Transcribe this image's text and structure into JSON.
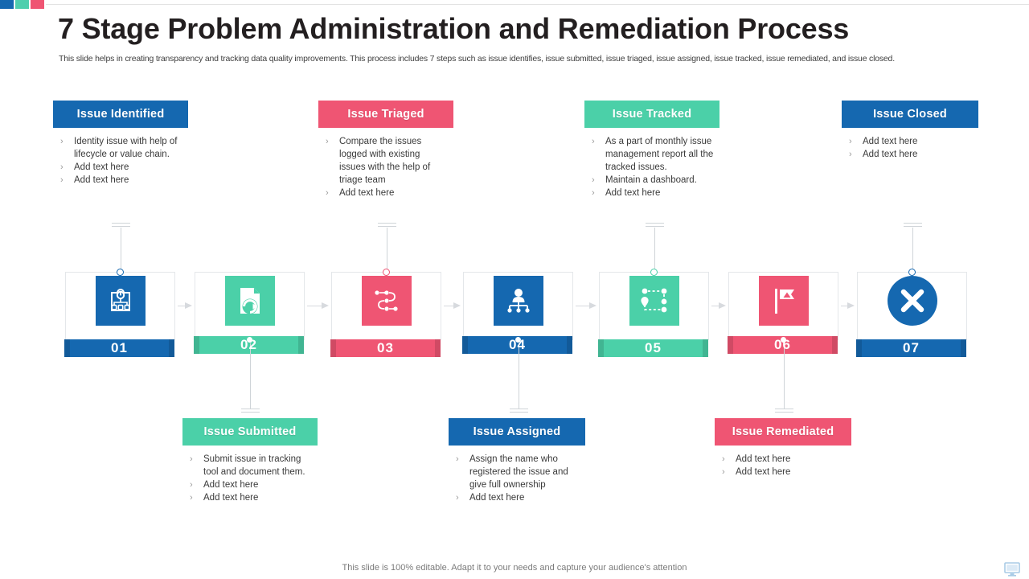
{
  "deco": {
    "squares": [
      "#1568b0",
      "#4ecfae",
      "#ef5573"
    ]
  },
  "header": {
    "title": "7 Stage Problem Administration and Remediation Process",
    "subtitle": "This slide helps in creating transparency and tracking data quality improvements. This process includes 7 steps such as issue identifies, issue submitted, issue triaged, issue assigned, issue tracked, issue remediated, and issue closed."
  },
  "colors": {
    "blue": "#1568b0",
    "teal": "#4bd0a8",
    "pink": "#ef5573",
    "line": "#cfd4d8",
    "arrow": "#d7dade"
  },
  "bullet_glyph": "›",
  "top_blocks": [
    {
      "id": "issue-identified",
      "title": "Issue Identified",
      "color": "#1568b0",
      "bullets": [
        "Identity issue with help of lifecycle or value chain.",
        "Add text here",
        "Add text here"
      ]
    },
    {
      "id": "issue-triaged",
      "title": "Issue Triaged",
      "color": "#ef5573",
      "bullets": [
        "Compare the issues logged with existing issues with the help of triage team",
        "Add text here"
      ]
    },
    {
      "id": "issue-tracked",
      "title": "Issue Tracked",
      "color": "#4bd0a8",
      "bullets": [
        "As a part of monthly issue management report all the tracked issues.",
        "Maintain a dashboard.",
        "Add text here"
      ]
    },
    {
      "id": "issue-closed",
      "title": "Issue Closed",
      "color": "#1568b0",
      "bullets": [
        "Add text here",
        "Add text here"
      ]
    }
  ],
  "bottom_blocks": [
    {
      "id": "issue-submitted",
      "title": "Issue Submitted",
      "color": "#4bd0a8",
      "bullets": [
        "Submit issue in tracking tool and document them.",
        "Add text here",
        "Add text here"
      ]
    },
    {
      "id": "issue-assigned",
      "title": "Issue Assigned",
      "color": "#1568b0",
      "bullets": [
        "Assign the name who registered the issue and give full ownership",
        "Add text here"
      ]
    },
    {
      "id": "issue-remediated",
      "title": "Issue Remediated",
      "color": "#ef5573",
      "bullets": [
        "Add text here",
        "Add text here"
      ]
    }
  ],
  "steps": [
    {
      "number": "01",
      "color": "#1568b0",
      "icon": "clipboard-network-icon",
      "stem": "up"
    },
    {
      "number": "02",
      "color": "#4bd0a8",
      "icon": "document-arrow-icon",
      "stem": "down"
    },
    {
      "number": "03",
      "color": "#ef5573",
      "icon": "workflow-nodes-icon",
      "stem": "up"
    },
    {
      "number": "04",
      "color": "#1568b0",
      "icon": "org-chart-person-icon",
      "stem": "down"
    },
    {
      "number": "05",
      "color": "#4bd0a8",
      "icon": "route-tracking-icon",
      "stem": "up"
    },
    {
      "number": "06",
      "color": "#ef5573",
      "icon": "flag-icon",
      "stem": "down"
    },
    {
      "number": "07",
      "color": "#1568b0",
      "icon": "circle-cross-icon",
      "stem": "up"
    }
  ],
  "footer": {
    "text": "This slide is 100% editable. Adapt it to your needs and capture your audience's attention",
    "corner_icon": "monitor-icon"
  }
}
